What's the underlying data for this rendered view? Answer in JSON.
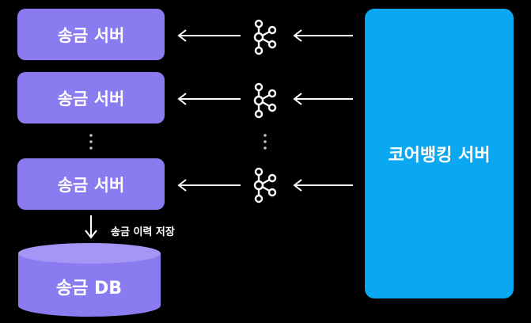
{
  "servers": [
    {
      "label": "송금 서버"
    },
    {
      "label": "송금 서버"
    },
    {
      "label": "송금 서버"
    }
  ],
  "core": {
    "label": "코어뱅킹 서버"
  },
  "db": {
    "label": "송금 DB",
    "caption": "송금 이력 저장"
  },
  "icons": {
    "broker": "kafka-icon",
    "ellipsis": "vertical-ellipsis-icon"
  },
  "colors": {
    "server": "#8b7bf0",
    "core": "#0ba8f2",
    "db": "#8b7bf0",
    "db_top": "#a595f5",
    "background": "#000000",
    "line": "#ffffff"
  }
}
